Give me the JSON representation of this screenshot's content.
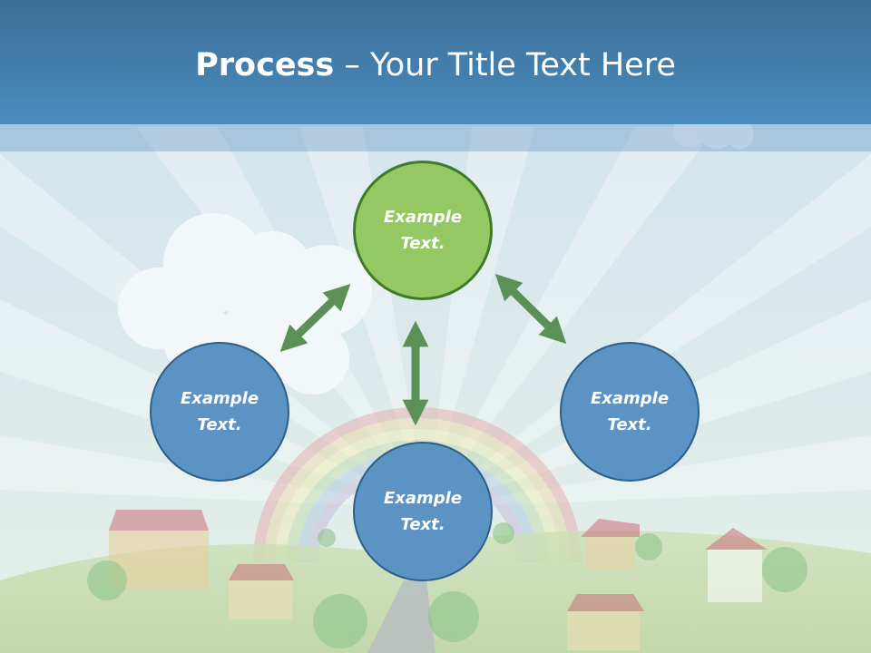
{
  "title": {
    "bold": "Process",
    "rest": " – Your Title Text Here"
  },
  "nodes": {
    "top": {
      "line1": "Example",
      "line2": "Text."
    },
    "left": {
      "line1": "Example",
      "line2": "Text."
    },
    "right": {
      "line1": "Example",
      "line2": "Text."
    },
    "bottom": {
      "line1": "Example",
      "line2": "Text."
    }
  },
  "colors": {
    "title_bar": "#4a8bbd",
    "node_blue": "#5a93c4",
    "node_green": "#93c862",
    "arrow": "#5b9156"
  }
}
